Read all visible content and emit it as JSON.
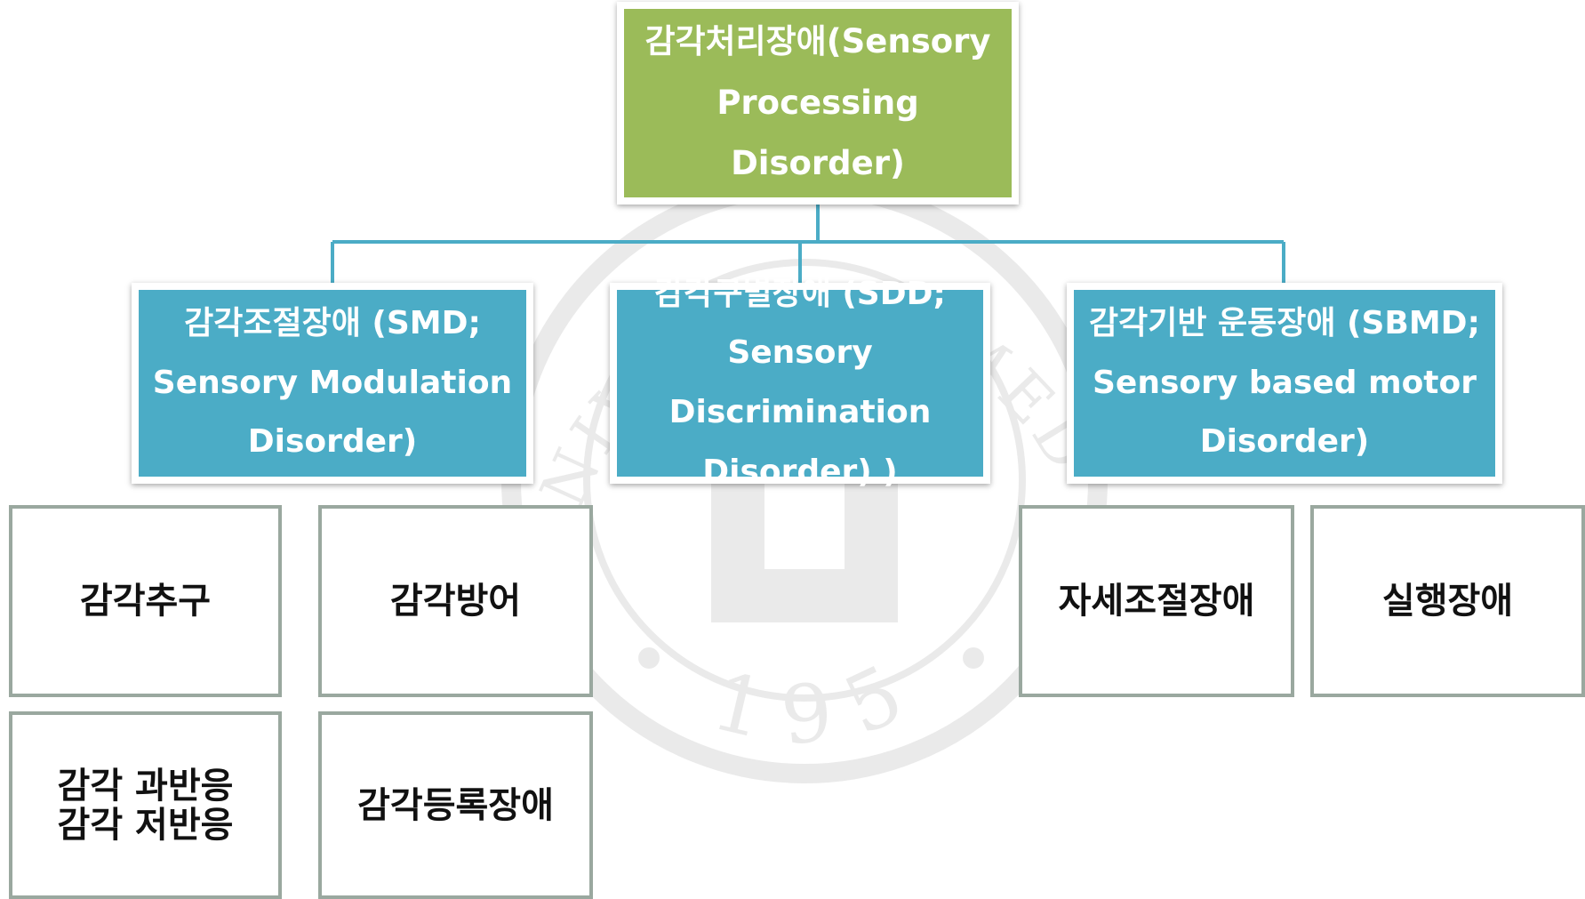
{
  "diagram": {
    "root": {
      "label": "감각처리장애(Sensory\nProcessing Disorder)"
    },
    "categories": [
      {
        "label": "감각조절장애 (SMD;\nSensory Modulation\nDisorder)"
      },
      {
        "label": "감각구별장애  (SDD;\nSensory Discrimination\nDisorder) )"
      },
      {
        "label": "감각기반 운동장애 (SBMD;\nSensory based  motor\nDisorder)"
      }
    ],
    "leaves": [
      {
        "label": "감각추구"
      },
      {
        "label": "감각방어"
      },
      {
        "label": "감각 과반응\n감각 저반응"
      },
      {
        "label": "감각등록장애"
      },
      {
        "label": "자세조절장애"
      },
      {
        "label": "실행장애"
      }
    ],
    "watermark": {
      "text": "UNIVERSITY MEDICAL CENTER",
      "year": "1956"
    },
    "colors": {
      "root": "#9bbb59",
      "category": "#4bacc6",
      "connector": "#4bacc6",
      "leaf_border": "#9aa89f"
    }
  }
}
